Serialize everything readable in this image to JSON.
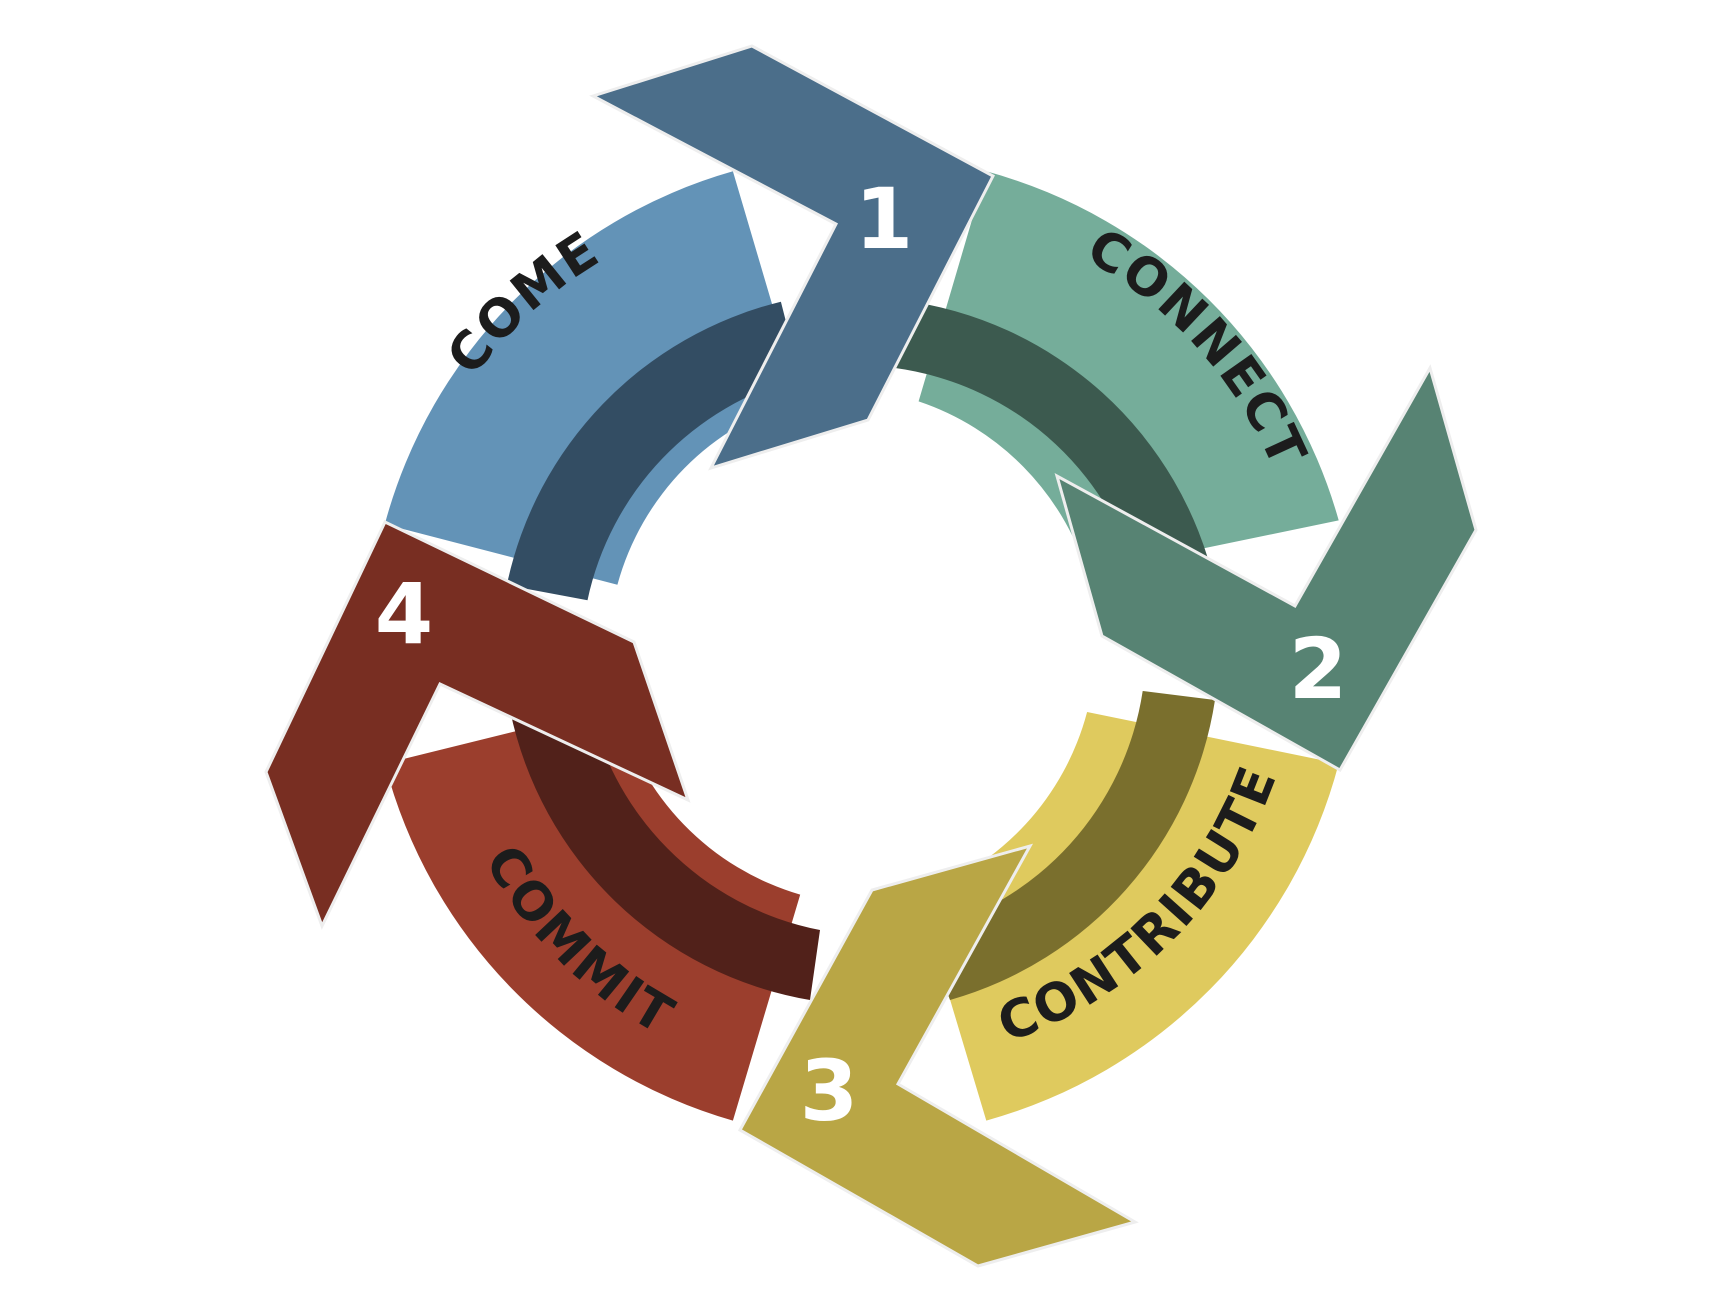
{
  "stages": [
    {
      "number": "1",
      "label": "COME",
      "band": "#6393b7",
      "inner": "#334d63",
      "arrow": "#4b6e8a"
    },
    {
      "number": "2",
      "label": "CONNECT",
      "band": "#75ad9a",
      "inner": "#3c5a4f",
      "arrow": "#578373"
    },
    {
      "number": "3",
      "label": "CONTRIBUTE",
      "band": "#dfca5e",
      "inner": "#7a6f2d",
      "arrow": "#b9a645"
    },
    {
      "number": "4",
      "label": "COMMIT",
      "band": "#9b3e2d",
      "inner": "#51211a",
      "arrow": "#782e22"
    }
  ]
}
